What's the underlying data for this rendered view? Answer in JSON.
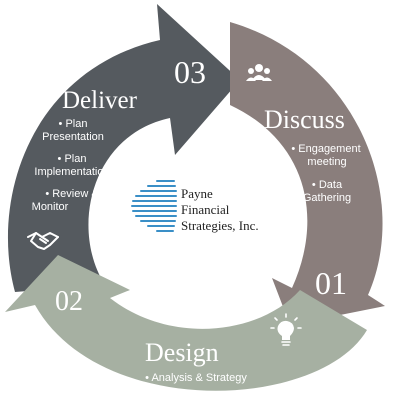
{
  "segments": [
    {
      "number": "01",
      "title": "Discuss",
      "bullets": [
        "• Engagement",
        "meeting",
        "• Data",
        "Gathering"
      ],
      "icon": "people-group-icon",
      "color": "#8a7e7c"
    },
    {
      "number": "02",
      "title": "Design",
      "bullets": [
        "• Analysis & Strategy"
      ],
      "icon": "lightbulb-icon",
      "color": "#a6b0a2"
    },
    {
      "number": "03",
      "title": "Deliver",
      "bullets": [
        "• Plan",
        "Presentation",
        "• Plan",
        "Implementation",
        "• Review &",
        "Monitor"
      ],
      "icon": "handshake-icon",
      "color": "#555a5f"
    }
  ],
  "logo": {
    "lines": [
      "Payne",
      "Financial",
      "Strategies, Inc."
    ],
    "accent": "#3a8fc7"
  }
}
